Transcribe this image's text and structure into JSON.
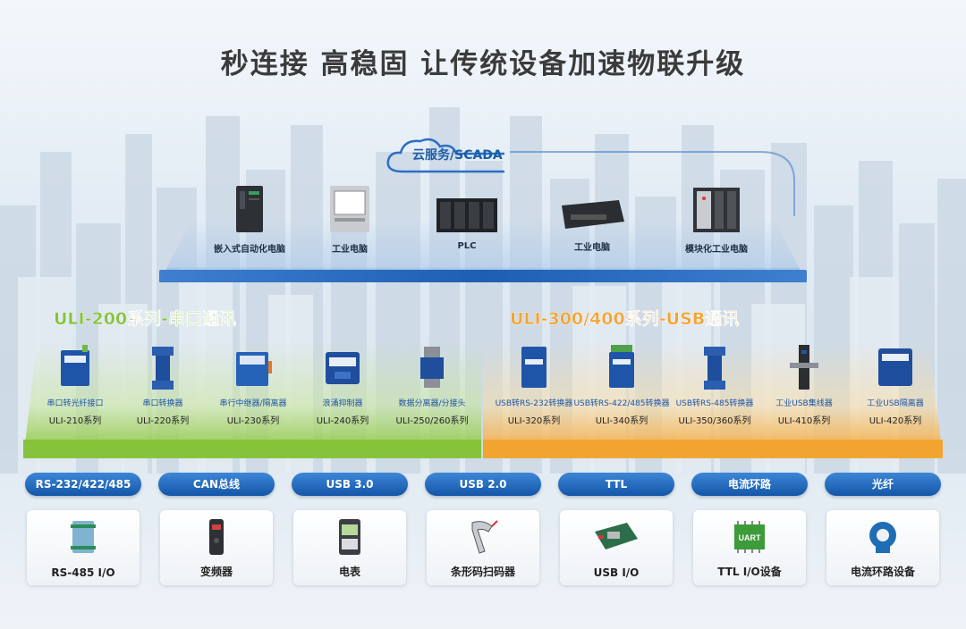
{
  "title": "秒连接 高稳固 让传统设备加速物联升级",
  "cloud_label": "云服务/SCADA",
  "top_devices": [
    {
      "label": "嵌入式自动化电脑"
    },
    {
      "label": "工业电脑"
    },
    {
      "label": "PLC"
    },
    {
      "label": "工业电脑"
    },
    {
      "label": "模块化工业电脑"
    }
  ],
  "series": {
    "uli200": {
      "title": "ULI-200系列-串口通讯",
      "color": "#8cc63f"
    },
    "uli300": {
      "title": "ULI-300/400系列-USB通讯",
      "color": "#f4a83a"
    }
  },
  "products": [
    {
      "name": "串口转光纤接口",
      "model": "ULI-210系列"
    },
    {
      "name": "串口转换器",
      "model": "ULI-220系列"
    },
    {
      "name": "串行中继器/隔离器",
      "model": "ULI-230系列"
    },
    {
      "name": "浪涌抑制器",
      "model": "ULI-240系列"
    },
    {
      "name": "数据分离器/分接头",
      "model": "ULI-250/260系列"
    },
    {
      "name": "USB转RS-232转换器",
      "model": "ULI-320系列"
    },
    {
      "name": "USB转RS-422/485转换器",
      "model": "ULI-340系列"
    },
    {
      "name": "USB转RS-485转换器",
      "model": "ULI-350/360系列"
    },
    {
      "name": "工业USB集线器",
      "model": "ULI-410系列"
    },
    {
      "name": "工业USB隔离器",
      "model": "ULI-420系列"
    }
  ],
  "interfaces": [
    {
      "label": "RS-232/422/485",
      "device": "RS-485 I/O"
    },
    {
      "label": "CAN总线",
      "device": "变频器"
    },
    {
      "label": "USB 3.0",
      "device": "电表"
    },
    {
      "label": "USB 2.0",
      "device": "条形码扫码器"
    },
    {
      "label": "TTL",
      "device": "USB I/O"
    },
    {
      "label": "电流环路",
      "device": "TTL I/O设备"
    },
    {
      "label": "光纤",
      "device": "电流环路设备"
    }
  ],
  "icons": {
    "cloud": "cloud-icon",
    "chip_text": "UART"
  },
  "colors": {
    "accent_blue": "#1c5da8",
    "pill_blue": "#1456a8"
  }
}
